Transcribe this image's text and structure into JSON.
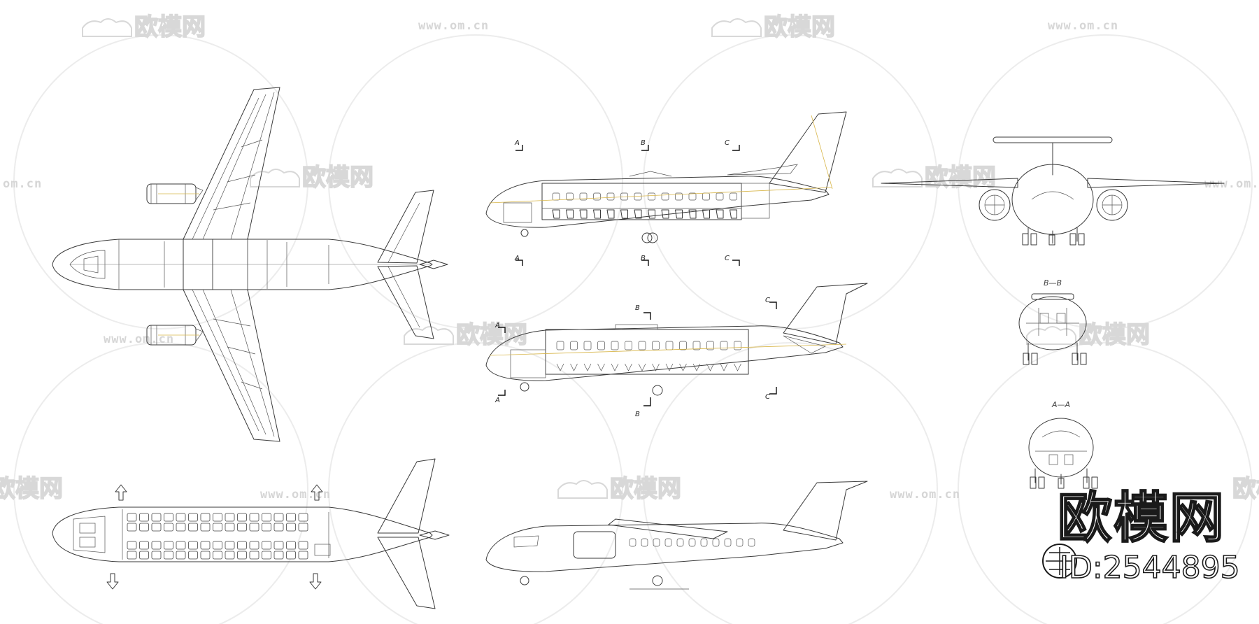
{
  "watermark": {
    "brand": "欧模网",
    "url": "www.om.cn",
    "url_partial": "om.cn"
  },
  "sections": {
    "a": "A",
    "b": "B",
    "c": "C",
    "view_bb": "B—B",
    "view_aa": "A—A"
  },
  "brand_block": {
    "logo": "欧模网",
    "id": "ID:2544895"
  }
}
